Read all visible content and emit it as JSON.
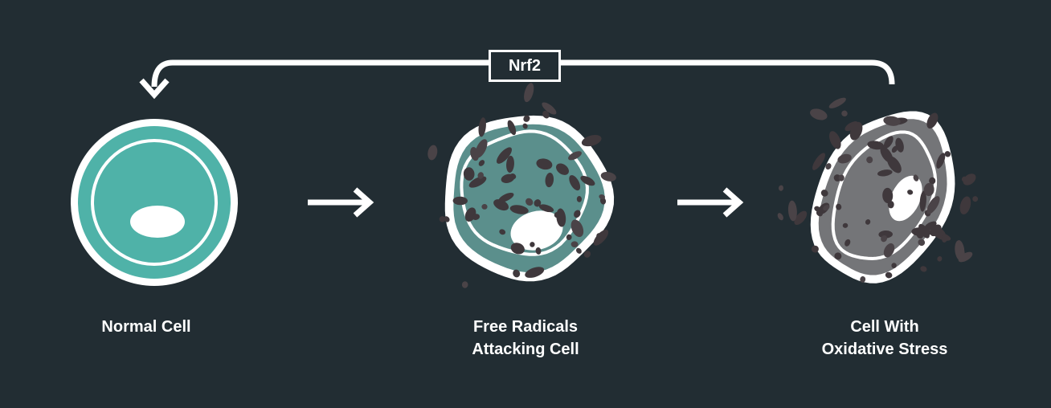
{
  "feedback": {
    "label": "Nrf2"
  },
  "stages": [
    {
      "lines": [
        "Normal Cell"
      ]
    },
    {
      "lines": [
        "Free Radicals",
        "Attacking Cell"
      ]
    },
    {
      "lines": [
        "Cell With",
        "Oxidative Stress"
      ]
    }
  ],
  "colors": {
    "background": "#222d33",
    "normal_cell": "#4fb2a8",
    "attacked_cell": "#5b8f8c",
    "stressed_cell": "#747578",
    "radical": "#3f383c"
  }
}
